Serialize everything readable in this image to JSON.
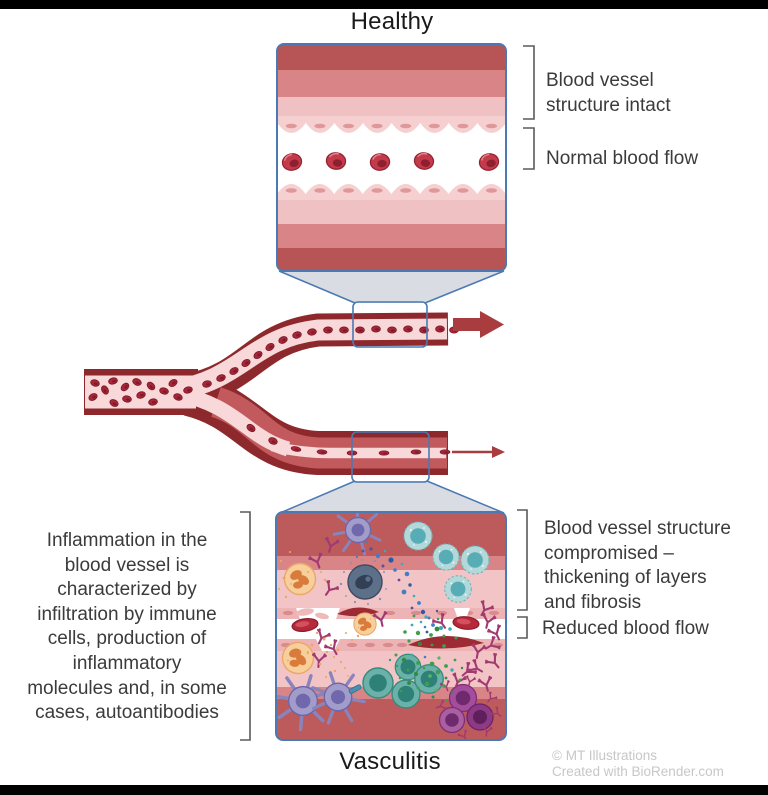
{
  "titles": {
    "healthy": "Healthy",
    "vasculitis": "Vasculitis"
  },
  "healthy_annotations": {
    "structure": {
      "lines": [
        "Blood vessel",
        "structure intact"
      ]
    },
    "flow": {
      "lines": [
        "Normal blood flow"
      ]
    }
  },
  "vasculitis_annotations": {
    "structure": {
      "lines": [
        "Blood vessel structure",
        "compromised –",
        "thickening of layers",
        "and fibrosis"
      ]
    },
    "flow": {
      "lines": [
        "Reduced blood flow"
      ]
    }
  },
  "left_note": {
    "lines": [
      "Inflammation in the",
      "blood vessel is",
      "characterized by",
      "infiltration by immune",
      "cells, production of",
      "inflammatory",
      "molecules and, in some",
      "cases, autoantibodies"
    ]
  },
  "credit": {
    "line1": "© MT Illustrations",
    "line2": "Created with BioRender.com"
  },
  "colors": {
    "accent_blue": "#4b79b3",
    "funnel_gray": "#d9dce2",
    "wall_dark": "#b65456",
    "wall_medium": "#d98587",
    "wall_light": "#f0c1c2",
    "endothelium": "#f6d0d0",
    "endothelium_nucleus": "#df989a",
    "rbc_red": "#c33a4a",
    "vessel_outline": "#8d282d",
    "vessel_lumen": "#f8d8d8",
    "arrow_red": "#a83c3e",
    "clot_red": "#9c2b33",
    "dendritic_purple": "#a29cca",
    "lymphocyte_teal_light": "#b2d8d9",
    "lymphocyte_teal_dark": "#6ab1a9",
    "neutrophil_orange": "#f7cf9d",
    "macrophage_slate": "#5d7089",
    "antibody_magenta": "#a23a72",
    "b_cell_purple": "#a34d9c",
    "molecule_blue": "#3f7fc6",
    "molecule_green": "#3f9e4d",
    "text_dark": "#3b3b3b",
    "credit_gray": "#c7c7ca"
  }
}
